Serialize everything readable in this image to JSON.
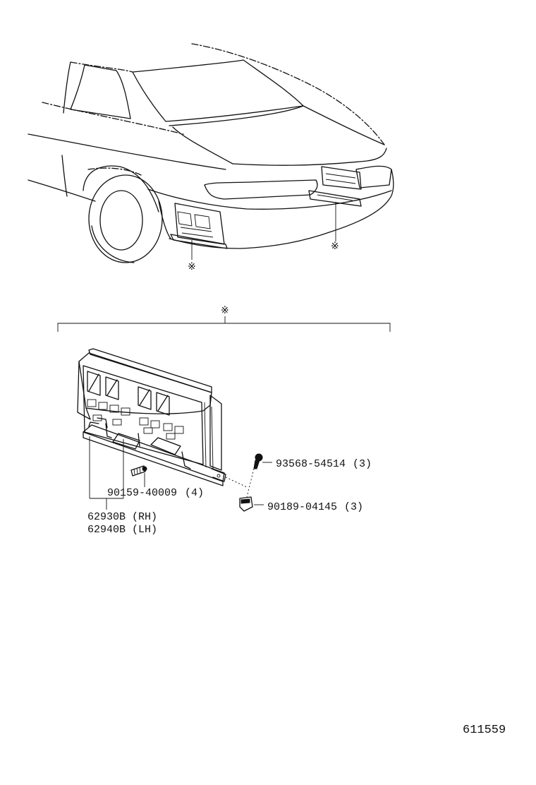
{
  "marks": {
    "symbol": "※"
  },
  "parts": [
    {
      "id": "part-93568",
      "number": "93568-54514",
      "qty": "(3)"
    },
    {
      "id": "part-90189",
      "number": "90189-04145",
      "qty": "(3)"
    },
    {
      "id": "part-90159",
      "number": "90159-40009",
      "qty": "(4)"
    }
  ],
  "assembly": {
    "rh": "62930B (RH)",
    "lh": "62940B (LH)"
  },
  "figure_id": "611559"
}
